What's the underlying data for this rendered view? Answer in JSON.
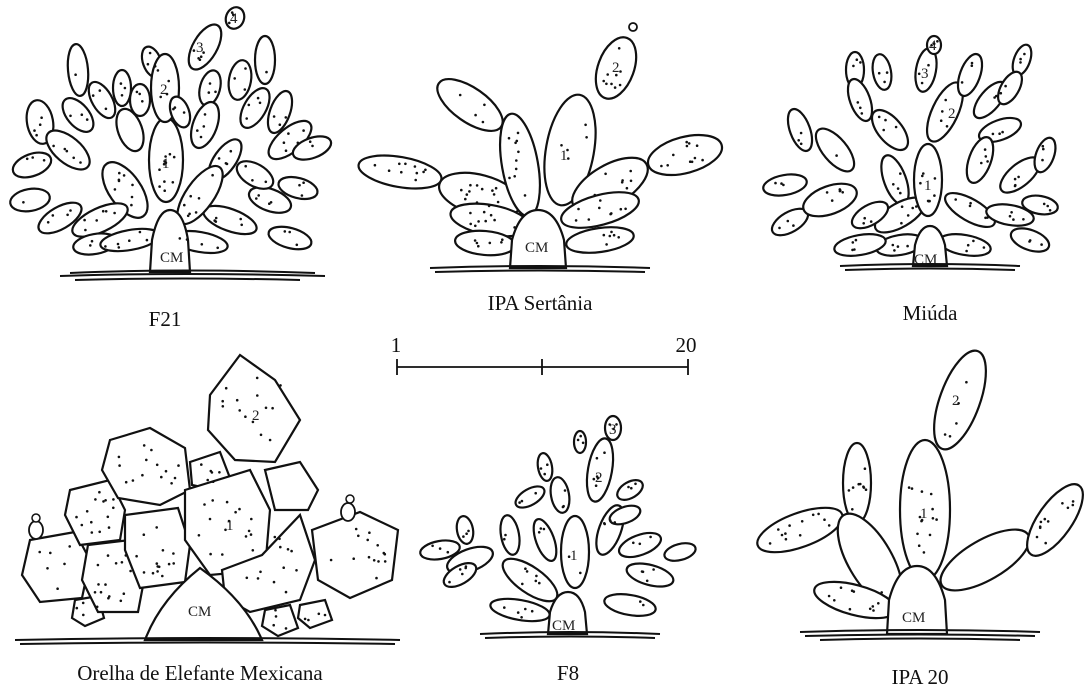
{
  "scale_bar": {
    "start_label": "1",
    "end_label": "20"
  },
  "base_label": "CM",
  "plants": [
    {
      "name": "F21",
      "pad_numbers": [
        "1",
        "2",
        "3",
        "4"
      ]
    },
    {
      "name": "IPA Sertânia",
      "pad_numbers": [
        "1",
        "2"
      ]
    },
    {
      "name": "Miúda",
      "pad_numbers": [
        "1",
        "2",
        "3",
        "4"
      ]
    },
    {
      "name": "Orelha de Elefante Mexicana",
      "pad_numbers": [
        "1",
        "2"
      ]
    },
    {
      "name": "F8",
      "pad_numbers": [
        "1",
        "2",
        "3"
      ]
    },
    {
      "name": "IPA 20",
      "pad_numbers": [
        "1",
        "2"
      ]
    }
  ]
}
